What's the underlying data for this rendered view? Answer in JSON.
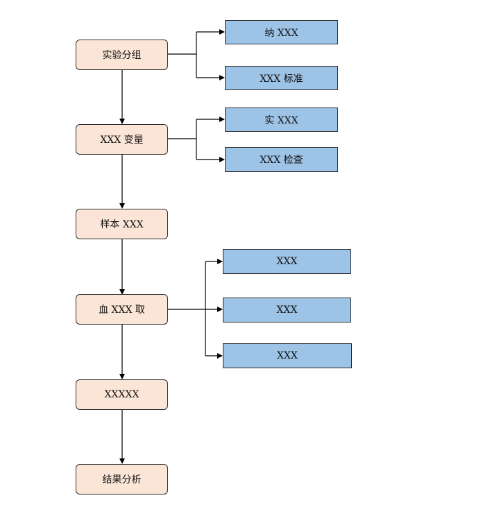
{
  "diagram": {
    "steps": [
      "实验分组",
      "XXX 变量",
      "样本 XXX",
      "血 XXX 取",
      "XXXXX",
      "结果分析"
    ],
    "details": {
      "grouping": [
        "纳 XXX",
        "XXX 标准"
      ],
      "variables": [
        "实 XXX",
        "XXX 检查"
      ],
      "blood": [
        "XXX",
        "XXX",
        "XXX"
      ]
    },
    "colors": {
      "step_fill": "#fbe5d6",
      "detail_fill": "#9dc3e6",
      "line": "#000000"
    }
  }
}
